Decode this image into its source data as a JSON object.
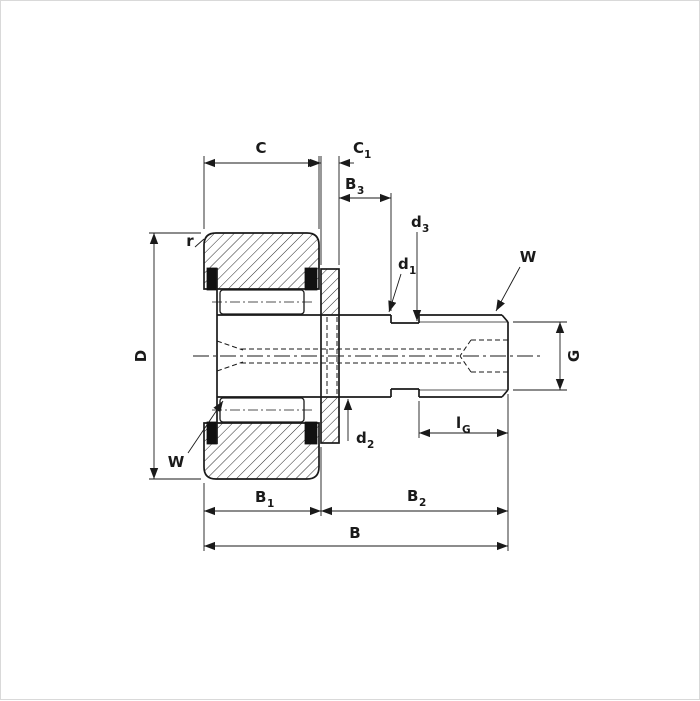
{
  "drawing": {
    "colors": {
      "line": "#1a1a1a",
      "background": "#ffffff",
      "hatch": "#2a2a2a",
      "seal_fill": "#111111"
    },
    "labels": {
      "C": {
        "text": "C"
      },
      "C1": {
        "main": "C",
        "sub": "1"
      },
      "B3": {
        "main": "B",
        "sub": "3"
      },
      "d3": {
        "main": "d",
        "sub": "3"
      },
      "d1": {
        "main": "d",
        "sub": "1"
      },
      "W_top": {
        "text": "W"
      },
      "r": {
        "text": "r"
      },
      "D": {
        "text": "D"
      },
      "G": {
        "text": "G"
      },
      "W_bottom": {
        "text": "W"
      },
      "d2": {
        "main": "d",
        "sub": "2"
      },
      "lG": {
        "main": "l",
        "sub": "G"
      },
      "B1": {
        "main": "B",
        "sub": "1"
      },
      "B2": {
        "main": "B",
        "sub": "2"
      },
      "B": {
        "text": "B"
      }
    }
  }
}
